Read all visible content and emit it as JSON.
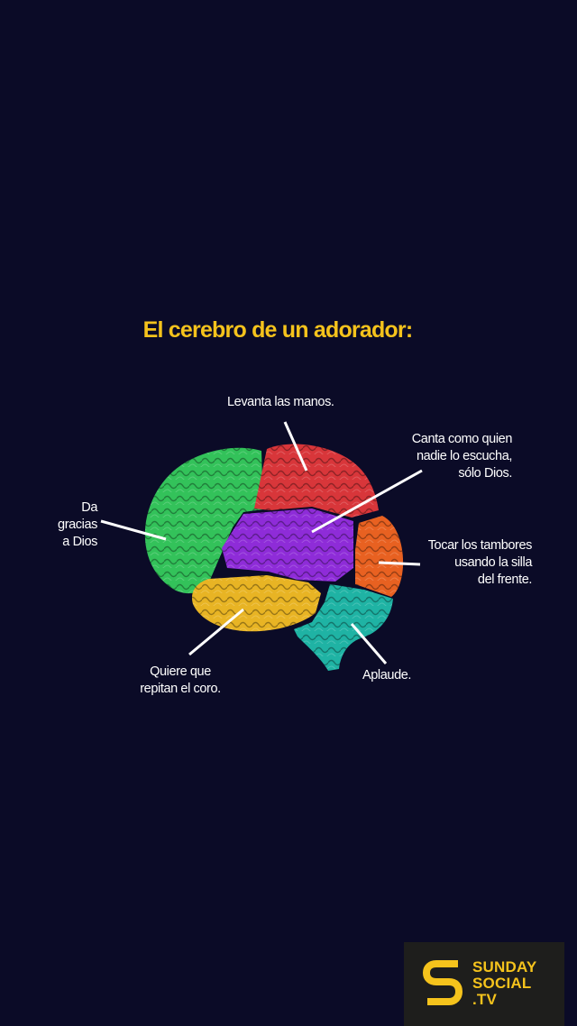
{
  "title": "El cerebro de un adorador:",
  "labels": {
    "frontal": [
      "Da gracias",
      "a Dios"
    ],
    "top": [
      "Levanta las manos."
    ],
    "parietal": [
      "Canta como quien",
      "nadie lo escucha,",
      "sólo Dios."
    ],
    "occipital": [
      "Tocar los tambores",
      "usando la silla",
      "del frente."
    ],
    "temporal": [
      "Quiere que",
      "repitan el coro."
    ],
    "cerebellum": [
      "Aplaude."
    ]
  },
  "colors": {
    "background": "#0b0b27",
    "accent": "#f5c31c",
    "frontal": "#33c25a",
    "parietal_top": "#d8363a",
    "center": "#8e2cd8",
    "occipital": "#e86121",
    "temporal": "#e8b424",
    "cerebellum": "#1fb3a4"
  },
  "logo": {
    "line1": "SUNDAY",
    "line2": "SOCIAL",
    "line3": ".TV"
  }
}
